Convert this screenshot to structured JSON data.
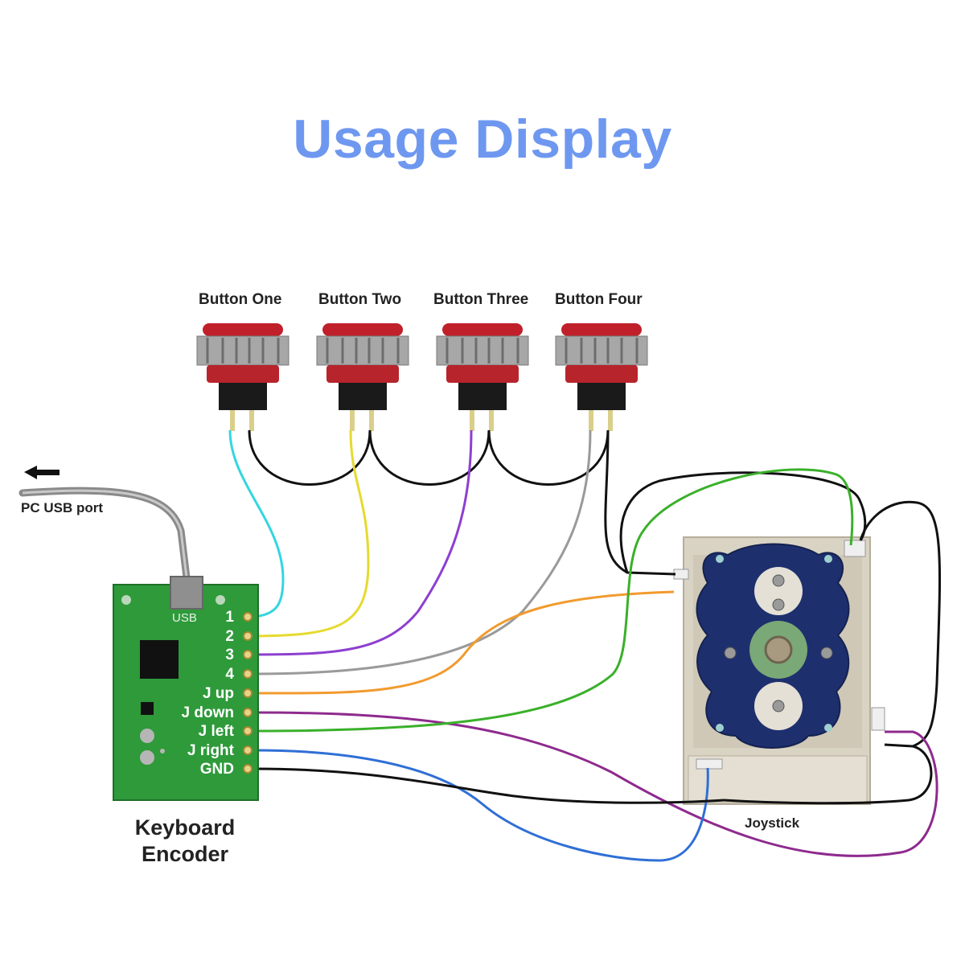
{
  "title": "Usage Display",
  "buttons": [
    {
      "label": "Button One"
    },
    {
      "label": "Button Two"
    },
    {
      "label": "Button Three"
    },
    {
      "label": "Button Four"
    }
  ],
  "usb_port_label": "PC USB port",
  "encoder": {
    "title": "Keyboard Encoder",
    "usb_label": "USB",
    "pins": [
      "1",
      "2",
      "3",
      "4",
      "J up",
      "J down",
      "J left",
      "J right",
      "GND"
    ]
  },
  "joystick_label": "Joystick",
  "wire_colors": {
    "button_one": "#33d6e0",
    "button_two": "#e6da2e",
    "button_three": "#8e3fd0",
    "button_four": "#9a9a9a",
    "j_up": "#f29a2e",
    "j_down": "#8e2a8e",
    "j_left": "#3ab02a",
    "j_right": "#2f6fd6",
    "gnd": "#111111"
  },
  "icons": [
    "arrow-left-icon",
    "arcade-button-icon",
    "joystick-icon",
    "pcb-icon"
  ]
}
